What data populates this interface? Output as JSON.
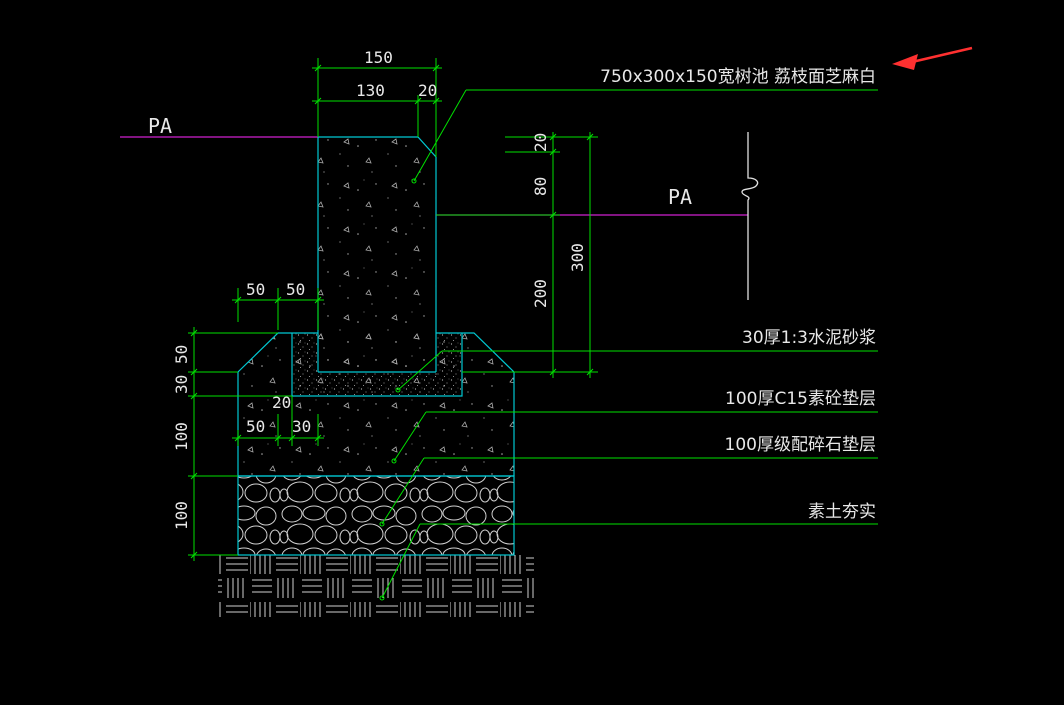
{
  "colors": {
    "background": "#000000",
    "dimension": "#00e000",
    "outline": "#00c8d2",
    "level_line": "#d020d0",
    "text": "#e8e8e8",
    "arrow": "#ff3030"
  },
  "dimensions": {
    "top_total": "150",
    "top_main": "130",
    "top_chamfer": "20",
    "right_chamfer": "20",
    "right_upper": "80",
    "right_lower": "200",
    "right_total": "300",
    "mid_left_1": "50",
    "mid_left_2": "50",
    "left_50": "50",
    "left_30": "30",
    "left_100a": "100",
    "left_100b": "100",
    "low_20": "20",
    "low_50": "50",
    "low_30": "30"
  },
  "levels": {
    "left": "PA",
    "right": "PA"
  },
  "callouts": [
    "750x300x150宽树池 荔枝面芝麻白",
    "30厚1:3水泥砂浆",
    "100厚C15素砼垫层",
    "100厚级配碎石垫层",
    "素土夯实"
  ],
  "icons": {
    "pointer": "arrow-icon",
    "break": "break-line-icon"
  }
}
